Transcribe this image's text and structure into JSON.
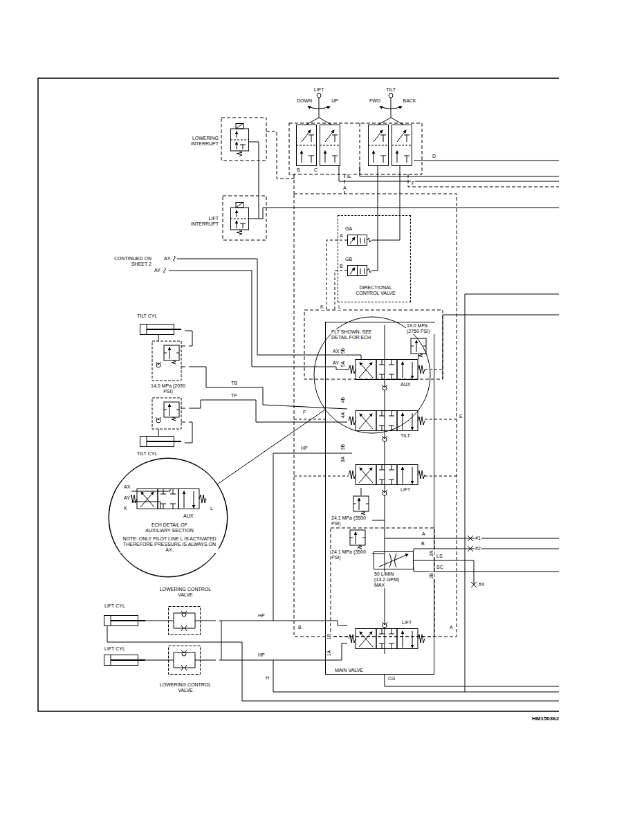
{
  "diagram": {
    "nodes": [
      {
        "text": [
          "LOWERING INTERRUPT"
        ]
      },
      {
        "text": [
          "LIFT INTERRUPT"
        ]
      },
      {
        "text": [
          "DIRECTIONAL CONTROL VALVE"
        ]
      },
      {
        "text": [
          "GA"
        ],
        "in": 2
      },
      {
        "text": [
          "GB"
        ],
        "in": 2
      },
      {
        "text": [
          "TILT CYL"
        ]
      },
      {
        "text": [
          "14.0 MPa (2030 PSI)"
        ]
      },
      {
        "text": [
          "TILT CYL"
        ]
      },
      {
        "text": [
          "ECH DETAIL OF AUXILIARY SECTION",
          "NOTE: ONLY PILOT LINE L IS ACTIVATED THEREFORE PRESSURE IS ALWAYS ON AX."
        ]
      },
      {
        "text": [
          "AUX"
        ],
        "in": 8
      },
      {
        "text": [
          "MAIN VALVE"
        ]
      },
      {
        "text": [
          "19.0 MPa (2750 PSI)"
        ],
        "in": 10
      },
      {
        "text": [
          "AUX"
        ],
        "in": 10
      },
      {
        "text": [
          "TILT"
        ],
        "in": 10
      },
      {
        "text": [
          "LIFT"
        ],
        "in": 10
      },
      {
        "text": [
          "24.1 MPa (3500 PSI)"
        ],
        "in": 10
      },
      {
        "text": [
          "24.1 MPa (3500 PSI)"
        ],
        "in": 10
      },
      {
        "text": [
          "50 L/MIN (13.2 GPM) MAX"
        ],
        "in": 10
      },
      {
        "text": [
          "LIFT"
        ],
        "in": 10
      },
      {
        "text": [
          "LIFT CYL"
        ]
      },
      {
        "text": [
          "LOWERING CONTROL VALVE"
        ]
      },
      {
        "text": [
          "LIFT CYL"
        ]
      },
      {
        "text": [
          "LOWERING CONTROL VALVE"
        ]
      }
    ],
    "edges": [
      {
        "from": 5,
        "to": 6,
        "arrow": "none"
      },
      {
        "from": 7,
        "to": 6,
        "arrow": "none"
      },
      {
        "from": 6,
        "to": 13,
        "label": "TB",
        "arrow": "none"
      },
      {
        "from": 6,
        "to": 13,
        "label": "TF",
        "arrow": "none"
      },
      {
        "from": 19,
        "to": 20,
        "arrow": "none"
      },
      {
        "from": 21,
        "to": 22,
        "arrow": "none"
      },
      {
        "from": 20,
        "to": 18,
        "label": "HP",
        "arrow": "none"
      },
      {
        "from": 22,
        "to": 18,
        "label": "HP",
        "arrow": "none"
      }
    ],
    "labels": [
      "LIFT",
      "DOWN",
      "UP",
      "TILT",
      "FWD",
      "BACK",
      "B",
      "C",
      "IE",
      "D",
      "A",
      "F",
      "CONTINUED ON SHEET 2",
      "AX",
      "AY",
      "A",
      "B",
      "K",
      "L",
      "FLT SHOWN, SEE DETAIL FOR ECH",
      "AX",
      "AY",
      "5B",
      "5A",
      "4B",
      "4A",
      "3B",
      "3A",
      "F",
      "E",
      "HP",
      "AX",
      "AY",
      "K",
      "L",
      "A",
      "B",
      "2A",
      "2B",
      "LS",
      "SC",
      "#1",
      "#2",
      "#4",
      "B",
      "A",
      "1B",
      "1A",
      "H",
      "CG",
      "HM150362"
    ]
  }
}
